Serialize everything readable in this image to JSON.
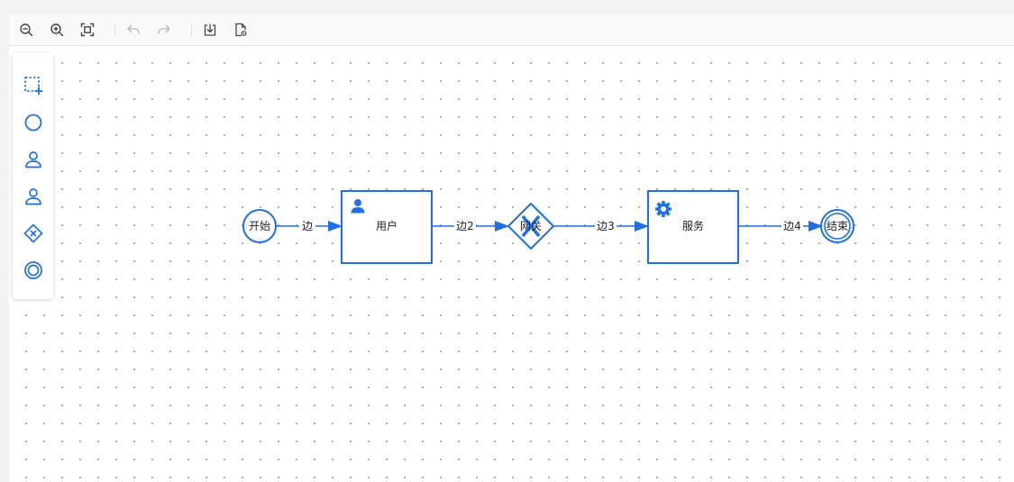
{
  "colors": {
    "accent": "#1e6fe8",
    "toolbar_icon": "#444444",
    "toolbar_icon_disabled": "#b5b8bd"
  },
  "toolbar": {
    "buttons": [
      {
        "name": "zoom-out",
        "icon": "zoom-out-icon",
        "enabled": true
      },
      {
        "name": "zoom-in",
        "icon": "zoom-in-icon",
        "enabled": true
      },
      {
        "name": "fit-view",
        "icon": "fit-view-icon",
        "enabled": true
      },
      {
        "name": "undo",
        "icon": "undo-icon",
        "enabled": false
      },
      {
        "name": "redo",
        "icon": "redo-icon",
        "enabled": false
      },
      {
        "name": "download",
        "icon": "download-icon",
        "enabled": true
      },
      {
        "name": "preview-file",
        "icon": "file-preview-icon",
        "enabled": true
      }
    ]
  },
  "palette": {
    "items": [
      {
        "name": "selection",
        "icon": "dashed-select-add-icon"
      },
      {
        "name": "start-event",
        "icon": "circle-icon"
      },
      {
        "name": "user-task",
        "icon": "user-icon"
      },
      {
        "name": "service-task",
        "icon": "user-icon"
      },
      {
        "name": "exclusive-gateway",
        "icon": "gateway-x-icon"
      },
      {
        "name": "end-event",
        "icon": "double-circle-icon"
      }
    ]
  },
  "diagram": {
    "nodes": {
      "start": {
        "label": "开始",
        "type": "start-event"
      },
      "user_task": {
        "label": "用户",
        "type": "user-task",
        "icon": "user-icon"
      },
      "gateway": {
        "label": "网关",
        "type": "exclusive-gateway",
        "icon": "x-icon"
      },
      "service_task": {
        "label": "服务",
        "type": "service-task",
        "icon": "gear-icon"
      },
      "end": {
        "label": "结束",
        "type": "end-event"
      }
    },
    "edges": {
      "e1": {
        "label": "边",
        "from": "start",
        "to": "user_task"
      },
      "e2": {
        "label": "边2",
        "from": "user_task",
        "to": "gateway"
      },
      "e3": {
        "label": "边3",
        "from": "gateway",
        "to": "service_task"
      },
      "e4": {
        "label": "边4",
        "from": "service_task",
        "to": "end"
      }
    }
  }
}
